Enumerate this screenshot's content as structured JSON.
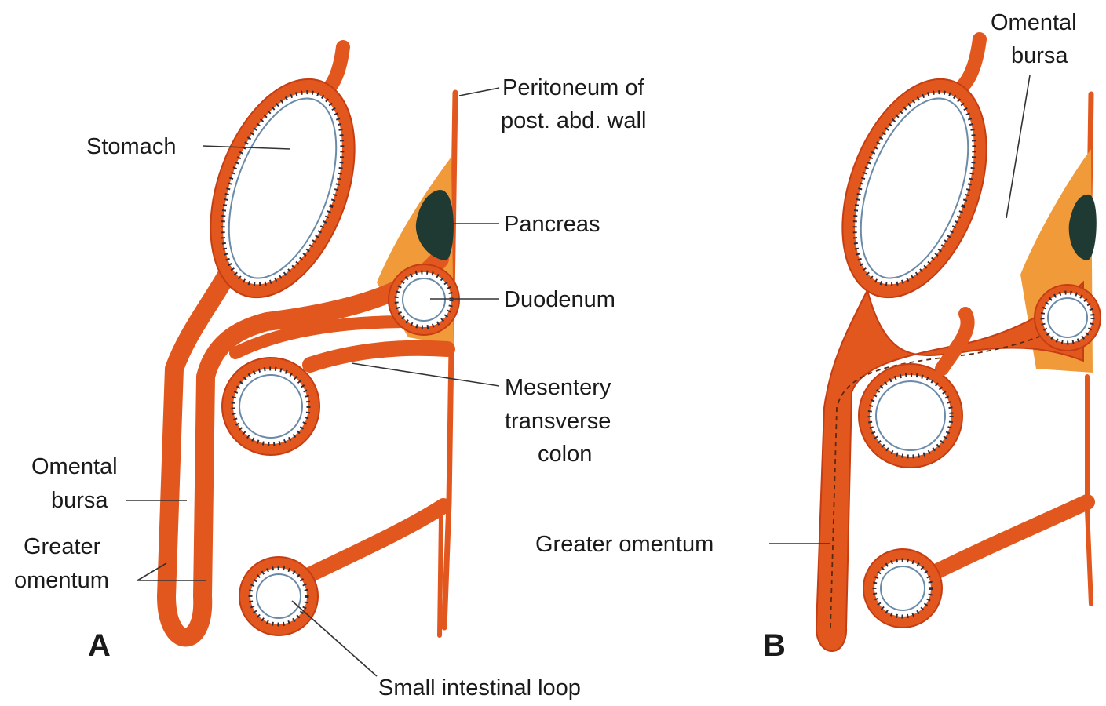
{
  "colors": {
    "tissue": "#e2571e",
    "tissue_dark": "#c53d12",
    "fat": "#f09a3a",
    "lumen": "#ffffff",
    "mucosa_dots": "#2c2c3c",
    "pancreas": "#1f3a32",
    "leader": "#333333"
  },
  "panel_a": {
    "letter": "A",
    "labels": {
      "stomach": "Stomach",
      "peritoneum_line1": "Peritoneum of",
      "peritoneum_line2": "post. abd. wall",
      "pancreas": "Pancreas",
      "duodenum": "Duodenum",
      "mesentery_line1": "Mesentery",
      "mesentery_line2": "transverse",
      "mesentery_line3": "colon",
      "omental_bursa_line1": "Omental",
      "omental_bursa_line2": "bursa",
      "greater_omentum_line1": "Greater",
      "greater_omentum_line2": "omentum",
      "small_intestinal_loop": "Small intestinal loop"
    }
  },
  "panel_b": {
    "letter": "B",
    "labels": {
      "omental_bursa_line1": "Omental",
      "omental_bursa_line2": "bursa",
      "greater_omentum": "Greater omentum"
    }
  }
}
